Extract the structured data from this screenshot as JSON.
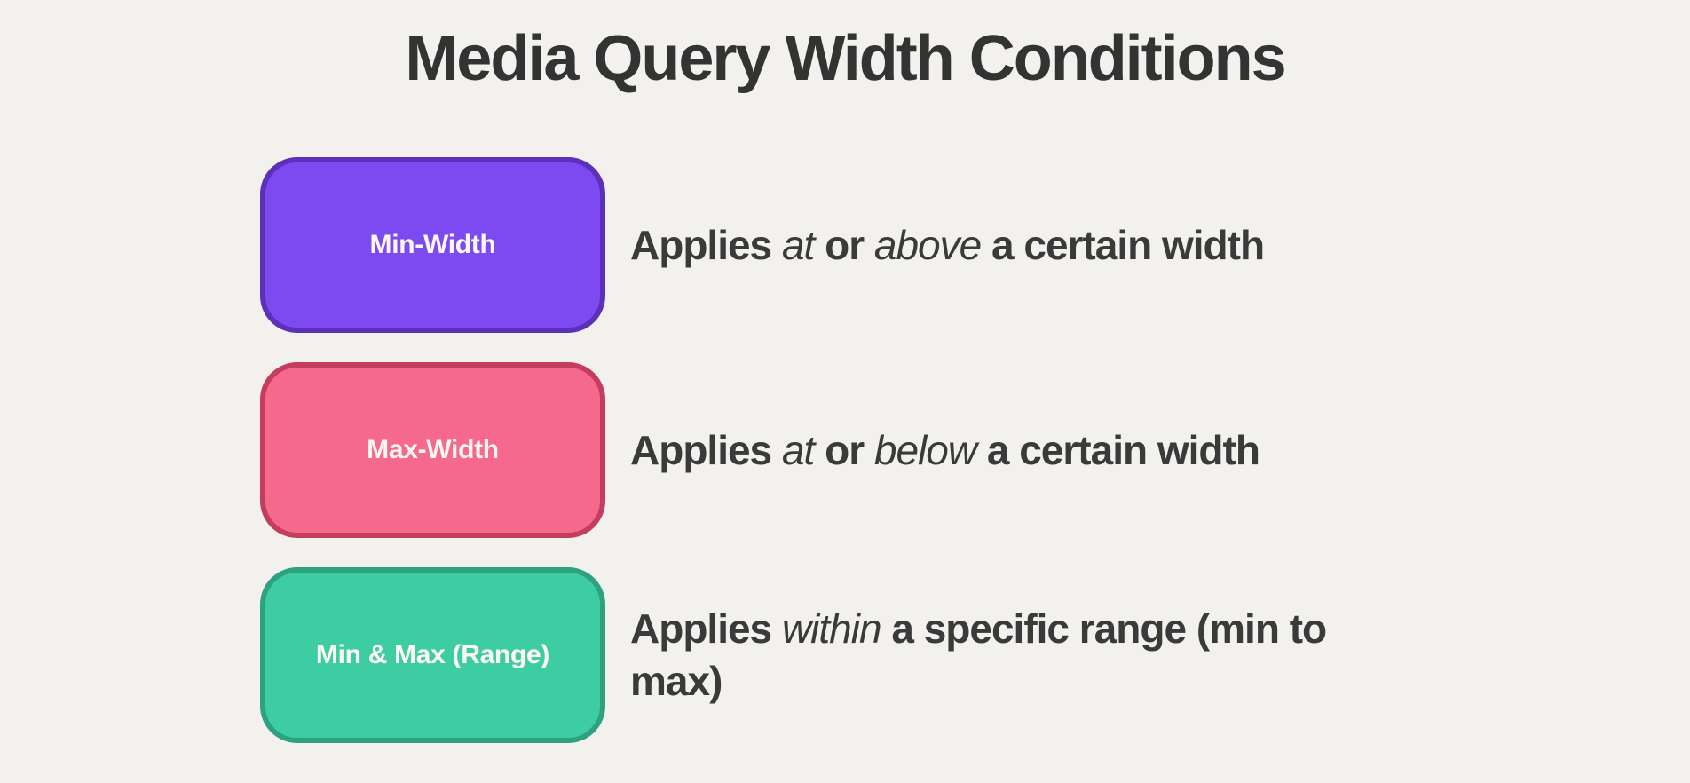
{
  "page": {
    "title": "Media Query Width Conditions",
    "background_color": "#f2f1ee",
    "title_color": "#333333",
    "description_color": "#3a3a3a"
  },
  "rows": [
    {
      "id": "min-width",
      "label": "Min-Width",
      "card_fill_color": "#7c4af0",
      "card_border_color": "#5c30b8",
      "label_color": "#fcf7f2",
      "description_plain": "Applies at or above a certain width",
      "description_segments": [
        {
          "text": "Applies ",
          "italic": false
        },
        {
          "text": "at",
          "italic": true
        },
        {
          "text": " or ",
          "italic": false
        },
        {
          "text": "above",
          "italic": true
        },
        {
          "text": " a certain width",
          "italic": false
        }
      ]
    },
    {
      "id": "max-width",
      "label": "Max-Width",
      "card_fill_color": "#f5698c",
      "card_border_color": "#c43c5e",
      "label_color": "#fcf7f2",
      "description_plain": "Applies at or below a certain width",
      "description_segments": [
        {
          "text": "Applies ",
          "italic": false
        },
        {
          "text": "at",
          "italic": true
        },
        {
          "text": " or ",
          "italic": false
        },
        {
          "text": "below",
          "italic": true
        },
        {
          "text": " a certain width",
          "italic": false
        }
      ]
    },
    {
      "id": "min-max-range",
      "label": "Min & Max (Range)",
      "card_fill_color": "#3ecda3",
      "card_border_color": "#2da180",
      "label_color": "#fcf7f2",
      "description_plain": "Applies within a specific range (min to max)",
      "description_segments": [
        {
          "text": "Applies ",
          "italic": false
        },
        {
          "text": "within",
          "italic": true
        },
        {
          "text": " a specific range (min to\nmax)",
          "italic": false
        }
      ]
    }
  ]
}
